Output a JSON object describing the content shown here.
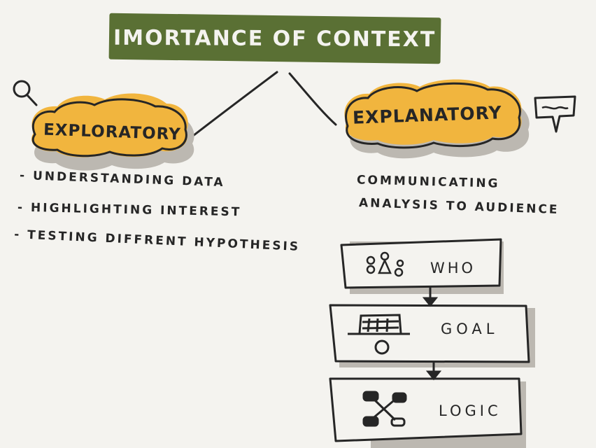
{
  "diagram": {
    "title": "IMORTANCE OF CONTEXT",
    "colors": {
      "background": "#f4f3ef",
      "title_banner": "#5a7034",
      "cloud_fill": "#f1b53e",
      "shadow": "#bcb8b1",
      "ink": "#262626"
    },
    "left_branch": {
      "icon": "magnifying-glass-icon",
      "label": "EXPLORATORY",
      "bullets": [
        "- UNDERSTANDING DATA",
        "- HIGHLIGHTING INTEREST",
        "- TESTING DIFFRENT HYPOTHESIS"
      ]
    },
    "right_branch": {
      "icon": "speech-bubble-icon",
      "label": "EXPLANATORY",
      "description_line1": "COMMUNICATING",
      "description_line2": "ANALYSIS TO AUDIENCE",
      "flow": [
        {
          "label": "WHO",
          "icon": "people-icon"
        },
        {
          "label": "GOAL",
          "icon": "soccer-goal-icon"
        },
        {
          "label": "LOGIC",
          "icon": "network-nodes-icon"
        }
      ]
    }
  }
}
